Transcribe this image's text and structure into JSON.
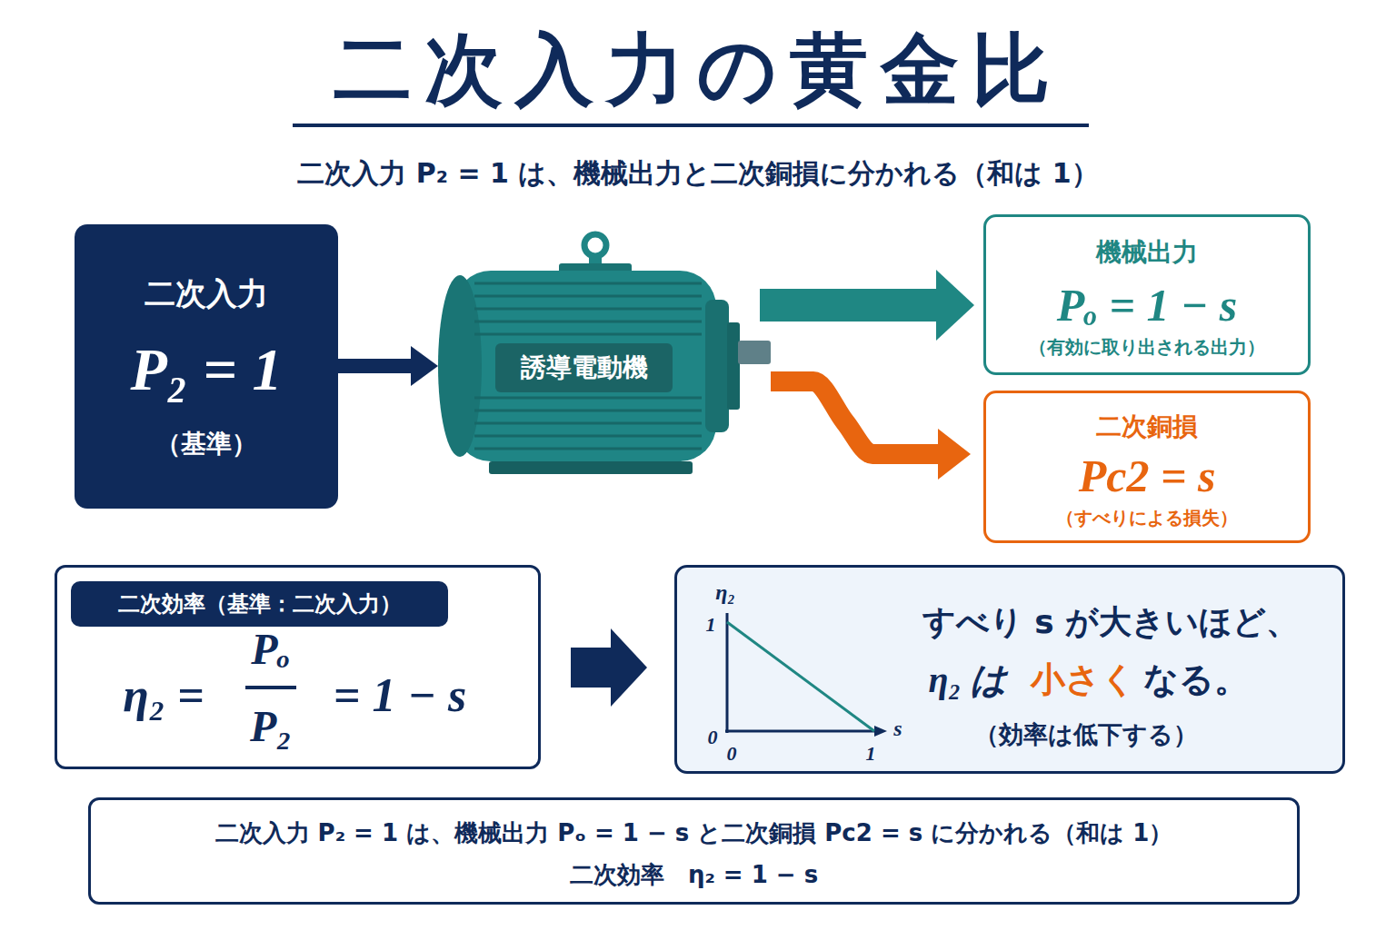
{
  "diagram": {
    "title": "二次入力の黄金比",
    "nodes": [
      {
        "text": [
          "二次入力",
          "P₂ = 1",
          "（基準）"
        ]
      },
      {
        "text": [
          "誘導電動機"
        ]
      },
      {
        "text": [
          "機械出力",
          "Pₒ = 1 − s",
          "（有効に取り出される出力）"
        ]
      },
      {
        "text": [
          "二次銅損",
          "Pc2 = s",
          "（すべりによる損失）"
        ]
      },
      {
        "text": [
          "η₂ =",
          "Pₒ",
          "P₂",
          "= 1 − s"
        ]
      },
      {
        "text": [
          "二次効率（基準：二次入力）"
        ],
        "in": 4
      },
      {
        "text": [
          "η₂",
          "1",
          "0",
          "0",
          "1",
          "s",
          "すべり s が大きいほど、",
          "η₂ は",
          "小さく",
          "なる。",
          "（効率は低下する）"
        ]
      },
      {
        "text": [
          "二次入力 P₂ = 1 は、機械出力 Pₒ = 1 − s と二次銅損 Pc2 = s に分かれる（和は 1）",
          "二次効率　η₂ = 1 − s"
        ]
      }
    ],
    "edges": [
      {
        "from": 0,
        "to": 1,
        "arrow": "to"
      },
      {
        "from": 1,
        "to": 2,
        "arrow": "to"
      },
      {
        "from": 1,
        "to": 3,
        "arrow": "to"
      },
      {
        "from": 4,
        "to": 6,
        "arrow": "to"
      }
    ],
    "labels": [
      "二次入力 P₂ = 1 は、機械出力と二次銅損に分かれる（和は 1）"
    ]
  }
}
